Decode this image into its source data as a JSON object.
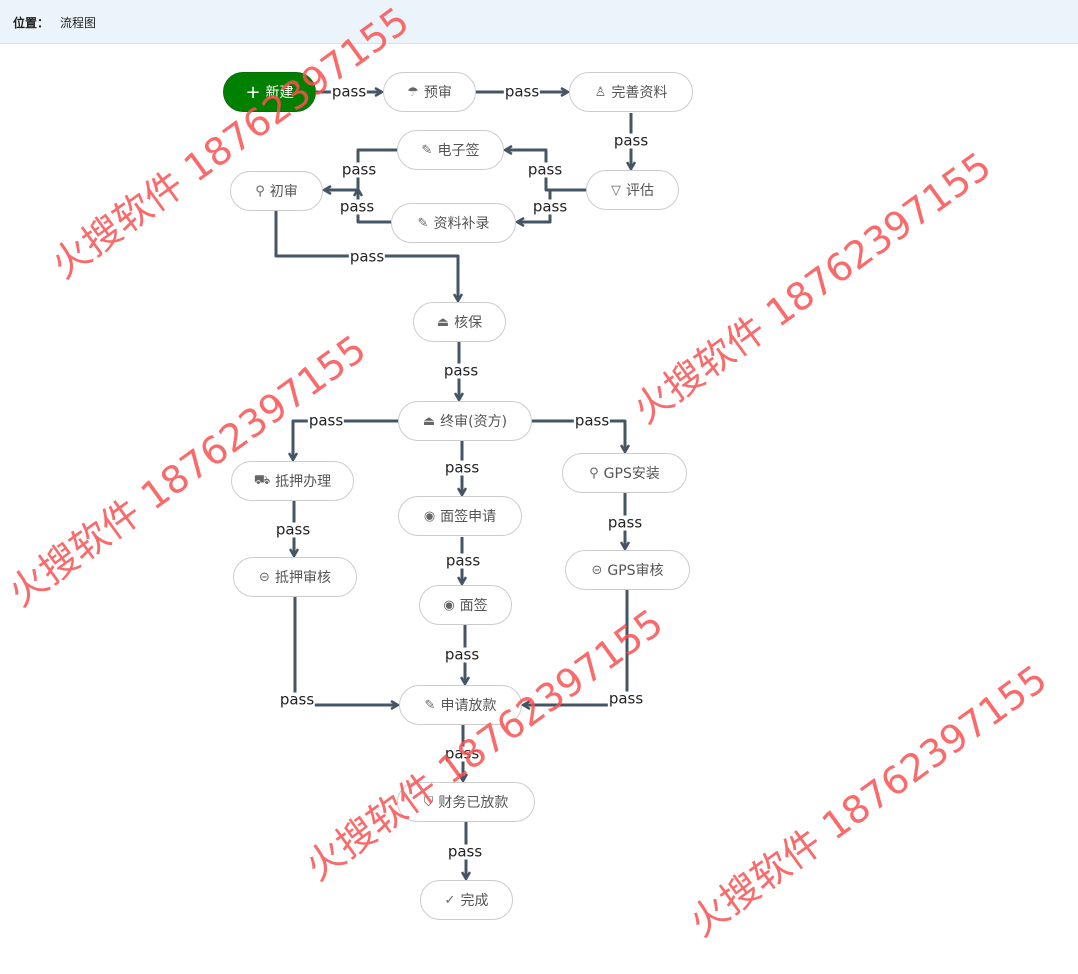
{
  "header": {
    "location_label": "位置：",
    "location_value": "流程图"
  },
  "nodes": [
    {
      "id": "new",
      "label": "新建",
      "icon": "plus-icon",
      "glyph": "+"
    },
    {
      "id": "pre",
      "label": "预审",
      "icon": "umbrella-icon",
      "glyph": "☂"
    },
    {
      "id": "complete",
      "label": "完善资料",
      "icon": "user-edit-icon",
      "glyph": "♙"
    },
    {
      "id": "esign",
      "label": "电子签",
      "icon": "edit-icon",
      "glyph": "✎"
    },
    {
      "id": "first",
      "label": "初审",
      "icon": "search-icon",
      "glyph": "⚲"
    },
    {
      "id": "eval",
      "label": "评估",
      "icon": "diamond-icon",
      "glyph": "▽"
    },
    {
      "id": "supp",
      "label": "资料补录",
      "icon": "edit-icon",
      "glyph": "✎"
    },
    {
      "id": "verify",
      "label": "核保",
      "icon": "stamp-icon",
      "glyph": "⏏"
    },
    {
      "id": "final",
      "label": "终审(资方)",
      "icon": "stamp-icon",
      "glyph": "⏏"
    },
    {
      "id": "mortgage",
      "label": "抵押办理",
      "icon": "car-icon",
      "glyph": "⛟"
    },
    {
      "id": "facereq",
      "label": "面签申请",
      "icon": "webcam-icon",
      "glyph": "◉"
    },
    {
      "id": "gps",
      "label": "GPS安装",
      "icon": "location-pin-icon",
      "glyph": "⚲"
    },
    {
      "id": "mortrev",
      "label": "抵押审核",
      "icon": "badge-icon",
      "glyph": "⊝"
    },
    {
      "id": "face",
      "label": "面签",
      "icon": "webcam-icon",
      "glyph": "◉"
    },
    {
      "id": "gpsrev",
      "label": "GPS审核",
      "icon": "badge-icon",
      "glyph": "⊝"
    },
    {
      "id": "loanreq",
      "label": "申请放款",
      "icon": "edit-icon",
      "glyph": "✎"
    },
    {
      "id": "paid",
      "label": "财务已放款",
      "icon": "money-hand-icon",
      "glyph": "⛉"
    },
    {
      "id": "done",
      "label": "完成",
      "icon": "check-circle-icon",
      "glyph": "✓"
    }
  ],
  "edges": [
    {
      "from": "new",
      "to": "pre",
      "label": "pass"
    },
    {
      "from": "pre",
      "to": "complete",
      "label": "pass"
    },
    {
      "from": "complete",
      "to": "eval",
      "label": "pass"
    },
    {
      "from": "eval",
      "to": "esign",
      "label": "pass"
    },
    {
      "from": "eval",
      "to": "supp",
      "label": "pass"
    },
    {
      "from": "esign",
      "to": "first",
      "label": "pass"
    },
    {
      "from": "supp",
      "to": "first",
      "label": "pass"
    },
    {
      "from": "first",
      "to": "verify",
      "label": "pass"
    },
    {
      "from": "verify",
      "to": "final",
      "label": "pass"
    },
    {
      "from": "final",
      "to": "mortgage",
      "label": "pass"
    },
    {
      "from": "final",
      "to": "gps",
      "label": "pass"
    },
    {
      "from": "final",
      "to": "facereq",
      "label": "pass"
    },
    {
      "from": "mortgage",
      "to": "mortrev",
      "label": "pass"
    },
    {
      "from": "facereq",
      "to": "face",
      "label": "pass"
    },
    {
      "from": "gps",
      "to": "gpsrev",
      "label": "pass"
    },
    {
      "from": "mortrev",
      "to": "loanreq",
      "label": "pass"
    },
    {
      "from": "gpsrev",
      "to": "loanreq",
      "label": "pass"
    },
    {
      "from": "face",
      "to": "loanreq",
      "label": "pass"
    },
    {
      "from": "loanreq",
      "to": "paid",
      "label": "pass"
    },
    {
      "from": "paid",
      "to": "done",
      "label": "pass"
    }
  ],
  "watermark": "火搜软件 18762397155",
  "colors": {
    "edge": "#455566",
    "start": "#008000",
    "watermark": "#fa5050"
  }
}
